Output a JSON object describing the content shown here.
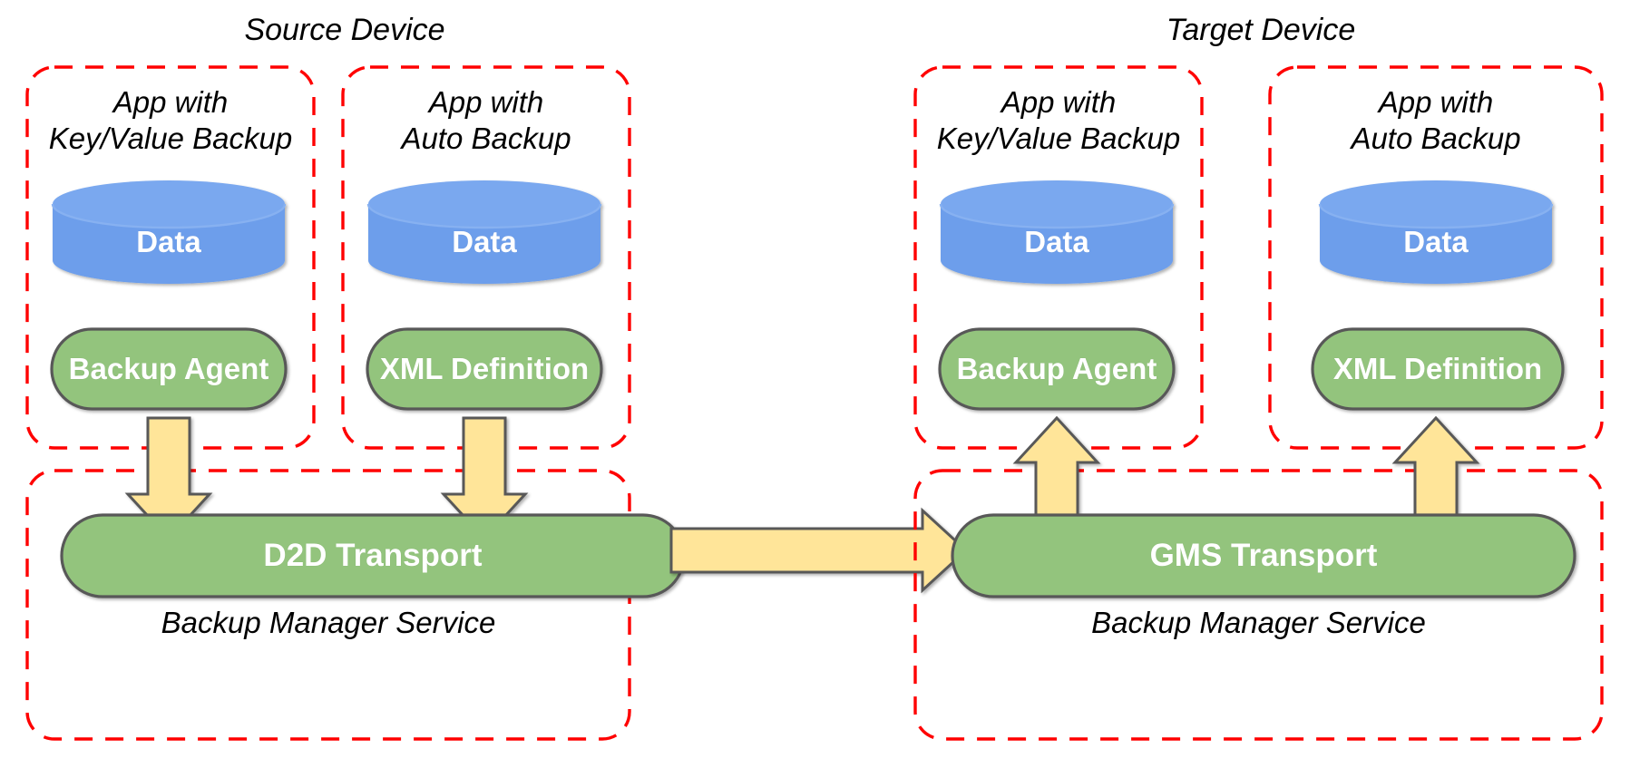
{
  "diagram": {
    "title_source": "Source Device",
    "title_target": "Target Device",
    "colors": {
      "container_border": "#ff0000",
      "data_fill": "#6d9eeb",
      "process_fill": "#93c47d",
      "process_border": "#595959",
      "arrow_fill": "#ffe599",
      "arrow_border": "#595959",
      "text_light": "#ffffff",
      "text_dark": "#000000"
    },
    "source_device": {
      "label": "Source Device",
      "apps": [
        {
          "caption_line1": "App with",
          "caption_line2": "Key/Value Backup",
          "data_label": "Data",
          "component_label": "Backup Agent"
        },
        {
          "caption_line1": "App with",
          "caption_line2": "Auto Backup",
          "data_label": "Data",
          "component_label": "XML Definition"
        }
      ],
      "service": {
        "transport_label": "D2D Transport",
        "caption": "Backup Manager Service"
      }
    },
    "target_device": {
      "label": "Target Device",
      "apps": [
        {
          "caption_line1": "App with",
          "caption_line2": "Key/Value Backup",
          "data_label": "Data",
          "component_label": "Backup Agent"
        },
        {
          "caption_line1": "App with",
          "caption_line2": "Auto Backup",
          "data_label": "Data",
          "component_label": "XML Definition"
        }
      ],
      "service": {
        "transport_label": "GMS Transport",
        "caption": "Backup Manager Service"
      }
    },
    "flows": [
      {
        "name": "source-agent-to-transport",
        "direction": "down"
      },
      {
        "name": "source-xml-to-transport",
        "direction": "down"
      },
      {
        "name": "d2d-to-gms",
        "direction": "right"
      },
      {
        "name": "transport-to-target-agent",
        "direction": "up"
      },
      {
        "name": "transport-to-target-xml",
        "direction": "up"
      }
    ]
  }
}
